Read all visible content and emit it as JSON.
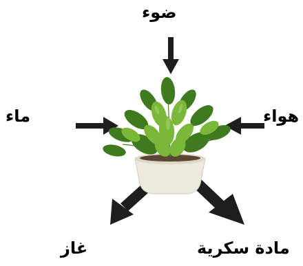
{
  "labels": {
    "light": "ضوء",
    "water": "ماء",
    "air": "هواء",
    "gas": "غاز",
    "sugar": "مادة سكرية"
  },
  "colors": {
    "arrow": "#1e1e1e",
    "pot": "#ece9dd",
    "leaf_dark": "#3f7a1f",
    "leaf_light": "#7bb83a"
  }
}
